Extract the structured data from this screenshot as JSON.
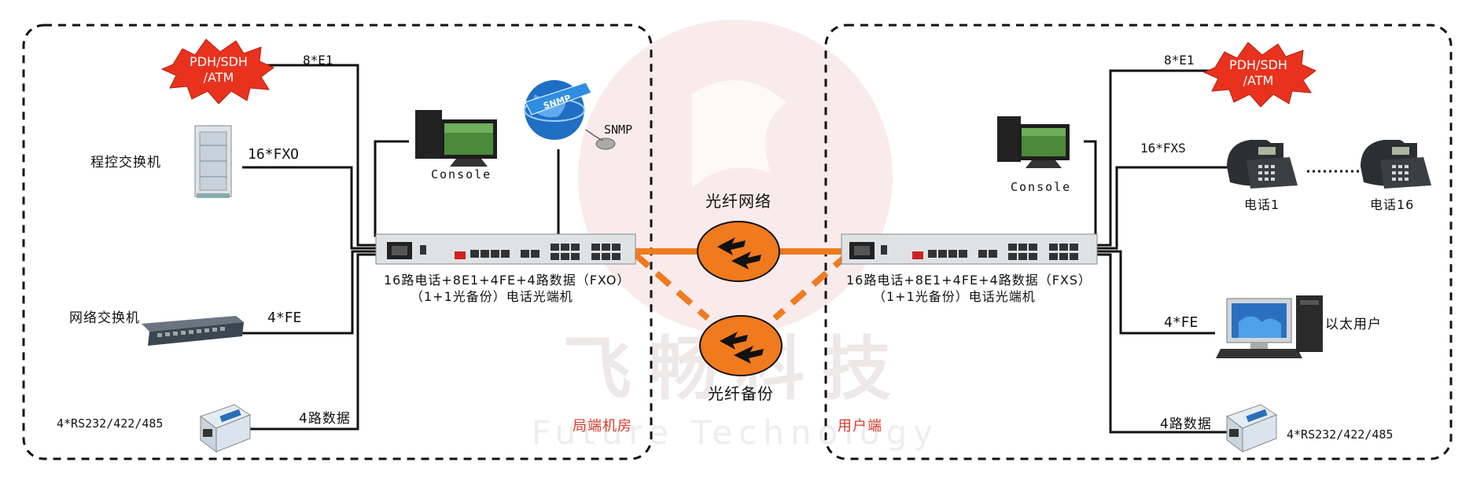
{
  "left": {
    "cloud_lines": [
      "PDH/SDH",
      "/ATM"
    ],
    "e1_label": "8*E1",
    "pbx_label": "程控交换机",
    "fxo_label": "16*FXO",
    "console_label": "Console",
    "snmp_label": "SNMP",
    "switch_label": "网络交换机",
    "fe_label": "4*FE",
    "serial_label": "4*RS232/422/485",
    "data_label": "4路数据",
    "device_line1": "16路电话+8E1+4FE+4路数据（FXO）",
    "device_line2": "（1+1光备份）电话光端机",
    "zone_label": "局端机房"
  },
  "center": {
    "fiber_label": "光纤网络",
    "backup_label": "光纤备份",
    "watermark_cn": "飞畅科技",
    "watermark_en": "Future Technology"
  },
  "right": {
    "cloud_lines": [
      "PDH/SDH",
      "/ATM"
    ],
    "e1_label": "8*E1",
    "console_label": "Console",
    "fxs_label": "16*FXS",
    "phone1_label": "电话1",
    "phone16_label": "电话16",
    "fe_label": "4*FE",
    "ethernet_label": "以太用户",
    "data_label": "4路数据",
    "serial_label": "4*RS232/422/485",
    "device_line1": "16路电话+8E1+4FE+4路数据（FXS）",
    "device_line2": "（1+1光备份）电话光端机",
    "zone_label": "用户端"
  },
  "colors": {
    "fiber": "#f07a1e",
    "burst": "#e8321e",
    "zone_text": "#d93a2a",
    "watermark": "#e9d3d3"
  }
}
